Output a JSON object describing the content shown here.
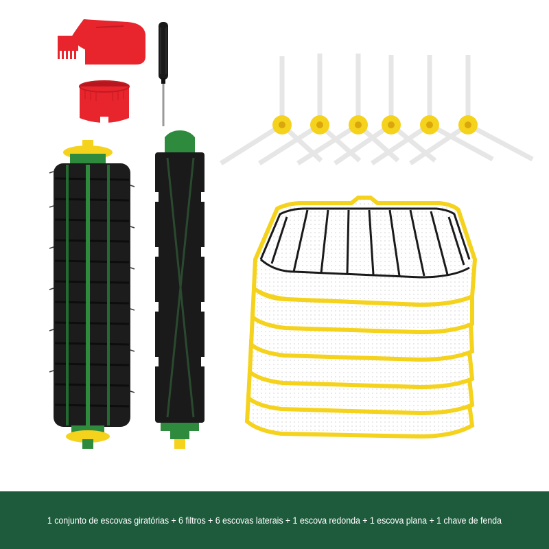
{
  "caption": "1 conjunto de escovas giratórias + 6 filtros + 6 escovas laterais + 1 escova redonda + 1 escova plana + 1 chave de fenda",
  "colors": {
    "background": "#ffffff",
    "banner": "#1e5a3c",
    "banner_text": "#ffffff",
    "accent_yellow": "#f5d21c",
    "accent_red": "#e8242c",
    "accent_green": "#2e8b3e"
  },
  "items": {
    "side_brushes": {
      "count": 6
    },
    "filters": {
      "count": 6
    }
  }
}
